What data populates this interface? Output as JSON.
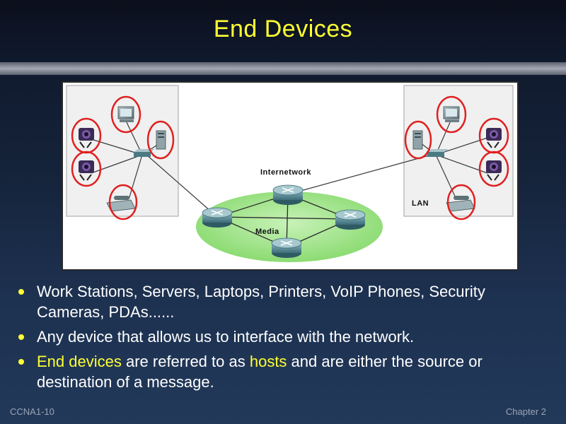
{
  "slide": {
    "title": "End Devices",
    "footer_left": "CCNA1-10",
    "footer_right": "Chapter 2"
  },
  "diagram": {
    "internetwork_label": "Internetwork",
    "media_label": "Media",
    "lan_label": "LAN",
    "highlight_color": "#e02020",
    "cloud_color": "#90e07a"
  },
  "bullets": [
    {
      "text": "Work Stations, Servers, Laptops, Printers, VoIP Phones, Security Cameras, PDAs......"
    },
    {
      "text": "Any device that allows us to interface with the network."
    },
    {
      "parts": [
        "End devices",
        " are referred to as ",
        "hosts",
        " and are either the source or destination of a message."
      ]
    }
  ],
  "colors": {
    "title": "#ffff33",
    "highlight_text": "#ffff33",
    "body_text": "#ffffff"
  }
}
